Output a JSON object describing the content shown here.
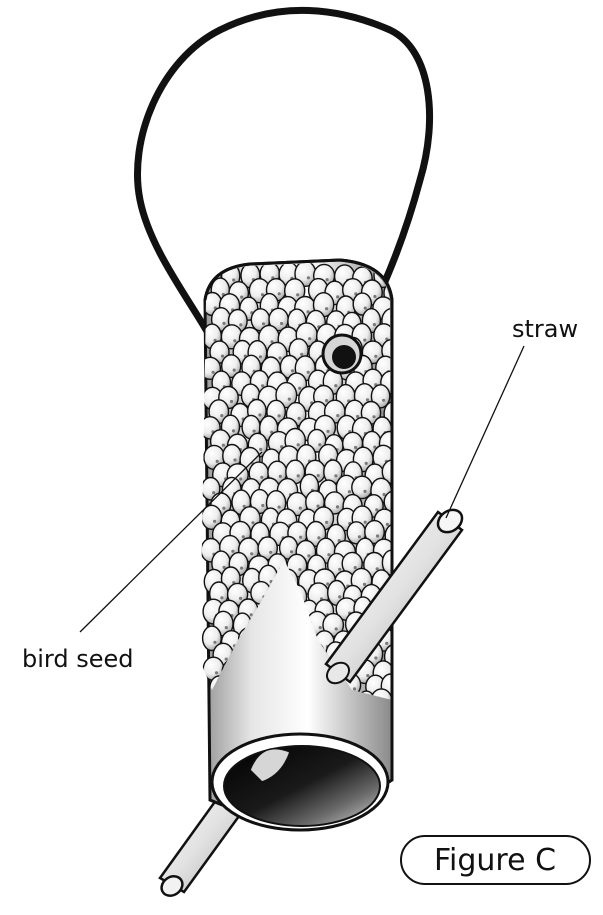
{
  "labels": {
    "straw": "straw",
    "bird_seed": "bird seed",
    "figure": "Figure C"
  },
  "colors": {
    "ink": "#111111",
    "paper": "#ffffff",
    "tube_shade": "#c8c8c8",
    "seed_fill": "#f4f4f4"
  },
  "parts": [
    "hanging-string",
    "paper-tube",
    "bird-seed-coating",
    "straw-perch",
    "tube-opening"
  ]
}
